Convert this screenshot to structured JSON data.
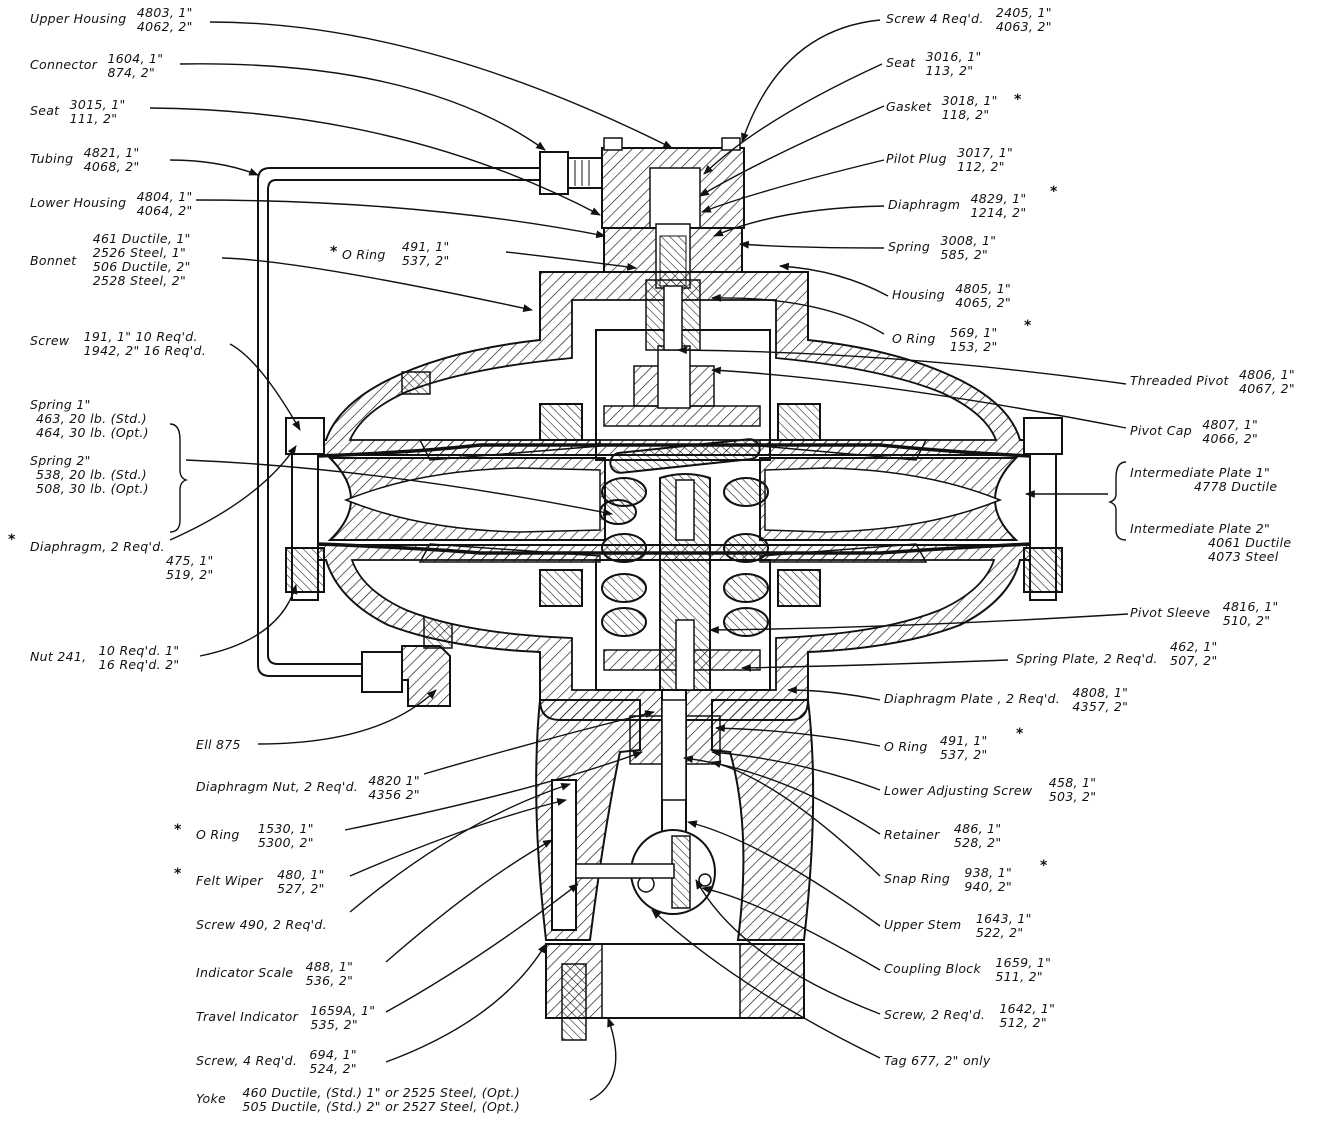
{
  "left_labels": [
    {
      "id": "upper-housing",
      "name": "Upper Housing",
      "lines": [
        "4803, 1\"",
        "4062, 2\""
      ]
    },
    {
      "id": "connector",
      "name": "Connector",
      "lines": [
        "1604, 1\"",
        "874, 2\""
      ]
    },
    {
      "id": "seat-left",
      "name": "Seat",
      "lines": [
        "3015, 1\"",
        "111, 2\""
      ]
    },
    {
      "id": "tubing",
      "name": "Tubing",
      "lines": [
        "4821, 1\"",
        "4068, 2\""
      ]
    },
    {
      "id": "lower-housing",
      "name": "Lower Housing",
      "lines": [
        "4804, 1\"",
        "4064, 2\""
      ]
    },
    {
      "id": "bonnet",
      "name": "Bonnet",
      "lines": [
        "461 Ductile, 1\"",
        "2526 Steel, 1\"",
        "506 Ductile, 2\"",
        "2528 Steel, 2\""
      ]
    },
    {
      "id": "screw-191",
      "name": "Screw",
      "lines": [
        "191, 1\" 10 Req'd.",
        "1942, 2\" 16 Req'd."
      ]
    },
    {
      "id": "spring-1",
      "name": "Spring 1\"",
      "lines": [
        "463, 20 lb. (Std.)",
        "464, 30 lb. (Opt.)"
      ]
    },
    {
      "id": "spring-2",
      "name": "Spring 2\"",
      "lines": [
        "538, 20 lb. (Std.)",
        "508, 30 lb. (Opt.)"
      ]
    },
    {
      "id": "diaphragm-left",
      "name": "Diaphragm, 2 Req'd.",
      "lines": [
        "475, 1\"",
        "519, 2\""
      ]
    },
    {
      "id": "nut",
      "name": "Nut 241,",
      "lines": [
        "10 Req'd. 1\"",
        "16 Req'd. 2\""
      ]
    },
    {
      "id": "ell",
      "name": "Ell 875",
      "lines": []
    },
    {
      "id": "diaphragm-nut",
      "name": "Diaphragm Nut, 2 Req'd.",
      "lines": [
        "4820 1\"",
        "4356 2\""
      ]
    },
    {
      "id": "o-ring-1530",
      "name": "O Ring",
      "lines": [
        "1530, 1\"",
        "5300, 2\""
      ]
    },
    {
      "id": "felt-wiper",
      "name": "Felt Wiper",
      "lines": [
        "480, 1\"",
        "527, 2\""
      ]
    },
    {
      "id": "screw-490",
      "name": "Screw 490, 2 Req'd.",
      "lines": []
    },
    {
      "id": "indicator-scale",
      "name": "Indicator Scale",
      "lines": [
        "488, 1\"",
        "536, 2\""
      ]
    },
    {
      "id": "travel-indicator",
      "name": "Travel Indicator",
      "lines": [
        "1659A, 1\"",
        "535, 2\""
      ]
    },
    {
      "id": "screw-694",
      "name": "Screw, 4 Req'd.",
      "lines": [
        "694, 1\"",
        "524, 2\""
      ]
    },
    {
      "id": "yoke",
      "name": "Yoke",
      "lines": [
        "460 Ductile, (Std.) 1\" or 2525 Steel, (Opt.)",
        "505 Ductile, (Std.) 2\" or 2527 Steel, (Opt.)"
      ]
    }
  ],
  "right_labels": [
    {
      "id": "screw-4req",
      "name": "Screw 4 Req'd.",
      "lines": [
        "2405, 1\"",
        "4063, 2\""
      ]
    },
    {
      "id": "seat-right",
      "name": "Seat",
      "lines": [
        "3016, 1\"",
        "113, 2\""
      ]
    },
    {
      "id": "gasket",
      "name": "Gasket",
      "lines": [
        "3018, 1\"",
        "118, 2\""
      ]
    },
    {
      "id": "pilot-plug",
      "name": "Pilot Plug",
      "lines": [
        "3017, 1\"",
        "112, 2\""
      ]
    },
    {
      "id": "diaphragm-right",
      "name": "Diaphragm",
      "lines": [
        "4829, 1\"",
        "1214, 2\""
      ]
    },
    {
      "id": "spring-3008",
      "name": "Spring",
      "lines": [
        "3008, 1\"",
        "585, 2\""
      ]
    },
    {
      "id": "housing",
      "name": "Housing",
      "lines": [
        "4805, 1\"",
        "4065, 2\""
      ]
    },
    {
      "id": "o-ring-569",
      "name": "O Ring",
      "lines": [
        "569, 1\"",
        "153, 2\""
      ]
    },
    {
      "id": "threaded-pivot",
      "name": "Threaded Pivot",
      "lines": [
        "4806, 1\"",
        "4067, 2\""
      ]
    },
    {
      "id": "pivot-cap",
      "name": "Pivot Cap",
      "lines": [
        "4807, 1\"",
        "4066, 2\""
      ]
    },
    {
      "id": "intermediate-plate-1",
      "name": "Intermediate Plate 1\"",
      "lines": [
        "4778 Ductile"
      ]
    },
    {
      "id": "intermediate-plate-2",
      "name": "Intermediate Plate 2\"",
      "lines": [
        "4061 Ductile",
        "4073 Steel"
      ]
    },
    {
      "id": "pivot-sleeve",
      "name": "Pivot Sleeve",
      "lines": [
        "4816, 1\"",
        "510, 2\""
      ]
    },
    {
      "id": "spring-plate",
      "name": "Spring Plate, 2 Req'd.",
      "lines": [
        "462, 1\"",
        "507, 2\""
      ]
    },
    {
      "id": "diaphragm-plate",
      "name": "Diaphragm Plate , 2 Req'd.",
      "lines": [
        "4808, 1\"",
        "4357, 2\""
      ]
    },
    {
      "id": "o-ring-491-lower",
      "name": "O Ring",
      "lines": [
        "491, 1\"",
        "537, 2\""
      ]
    },
    {
      "id": "lower-adjusting-screw",
      "name": "Lower Adjusting Screw",
      "lines": [
        "458, 1\"",
        "503, 2\""
      ]
    },
    {
      "id": "retainer",
      "name": "Retainer",
      "lines": [
        "486, 1\"",
        "528, 2\""
      ]
    },
    {
      "id": "snap-ring",
      "name": "Snap Ring",
      "lines": [
        "938, 1\"",
        "940, 2\""
      ]
    },
    {
      "id": "upper-stem",
      "name": "Upper Stem",
      "lines": [
        "1643, 1\"",
        "522, 2\""
      ]
    },
    {
      "id": "coupling-block",
      "name": "Coupling Block",
      "lines": [
        "1659, 1\"",
        "511, 2\""
      ]
    },
    {
      "id": "screw-1642",
      "name": "Screw, 2 Req'd.",
      "lines": [
        "1642, 1\"",
        "512, 2\""
      ]
    },
    {
      "id": "tag",
      "name": "Tag 677, 2\" only",
      "lines": []
    }
  ],
  "center_labels": [
    {
      "id": "o-ring-491-upper",
      "name": "O Ring",
      "lines": [
        "491, 1\"",
        "537, 2\""
      ]
    }
  ],
  "asterisk": "*"
}
